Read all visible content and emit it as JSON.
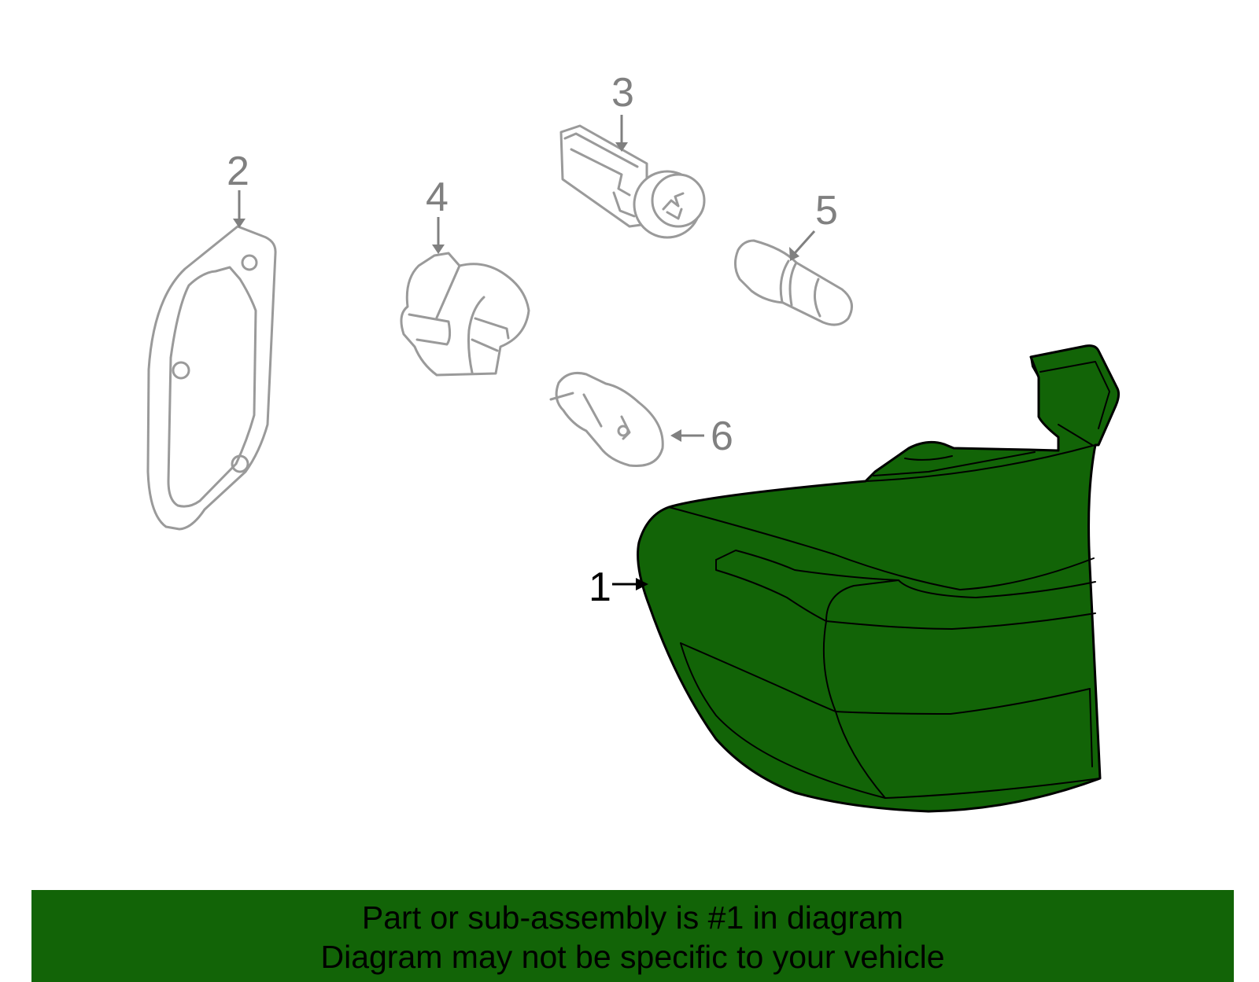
{
  "callouts": {
    "part_1": "1",
    "part_2": "2",
    "part_3": "3",
    "part_4": "4",
    "part_5": "5",
    "part_6": "6"
  },
  "banner": {
    "line_1": "Part or sub-assembly is #1 in diagram",
    "line_2": "Diagram may not be specific to your vehicle"
  },
  "colors": {
    "highlight": "#126407",
    "ghost_outline": "#9a9a9a",
    "callout_gray": "#808080",
    "outline": "#000000"
  }
}
